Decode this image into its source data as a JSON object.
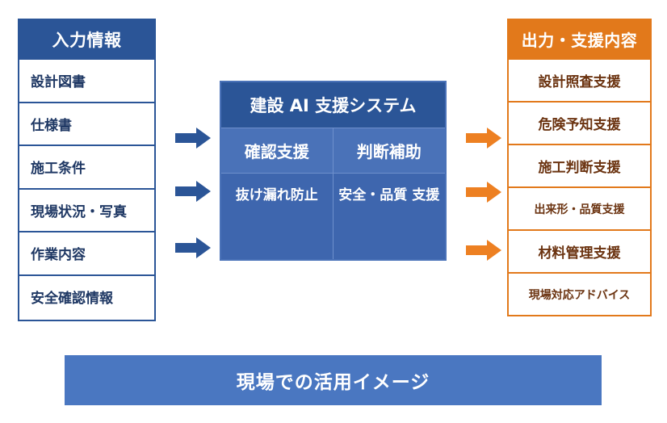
{
  "diagram": {
    "title": "現場での活用イメージ",
    "colors": {
      "input_blue": "#2B5597",
      "system_mid_blue": "#4A72B8",
      "system_lower_blue": "#3E66AE",
      "output_orange": "#E2791B",
      "banner_blue": "#4A77C1",
      "input_text": "#1F3864",
      "output_text": "#6B3310"
    },
    "input_panel": {
      "header": "入力情報",
      "items": [
        {
          "label": "設計図書"
        },
        {
          "label": "仕様書"
        },
        {
          "label": "施工条件"
        },
        {
          "label": "現場状況・写真"
        },
        {
          "label": "作業内容"
        },
        {
          "label": "安全確認情報"
        }
      ]
    },
    "system_panel": {
      "title": "建設 AI 支援システム",
      "functions": [
        {
          "label": "確認支援"
        },
        {
          "label": "判断補助"
        }
      ],
      "benefits": [
        {
          "label": "抜け漏れ防止"
        },
        {
          "label": "安全・品質 支援"
        }
      ]
    },
    "output_panel": {
      "header": "出力・支援内容",
      "items": [
        {
          "label": "設計照査支援",
          "small": false
        },
        {
          "label": "危険予知支援",
          "small": false
        },
        {
          "label": "施工判断支援",
          "small": false
        },
        {
          "label": "出来形・品質支援",
          "small": true
        },
        {
          "label": "材料管理支援",
          "small": false
        },
        {
          "label": "現場対応アドバイス",
          "small": true
        }
      ]
    },
    "arrows": {
      "input_to_system": [
        {
          "name": "arrow-input-1"
        },
        {
          "name": "arrow-input-2"
        },
        {
          "name": "arrow-input-3"
        }
      ],
      "system_to_output": [
        {
          "name": "arrow-output-1"
        },
        {
          "name": "arrow-output-2"
        },
        {
          "name": "arrow-output-3"
        }
      ]
    },
    "banner": {
      "label": "現場での活用イメージ"
    }
  }
}
